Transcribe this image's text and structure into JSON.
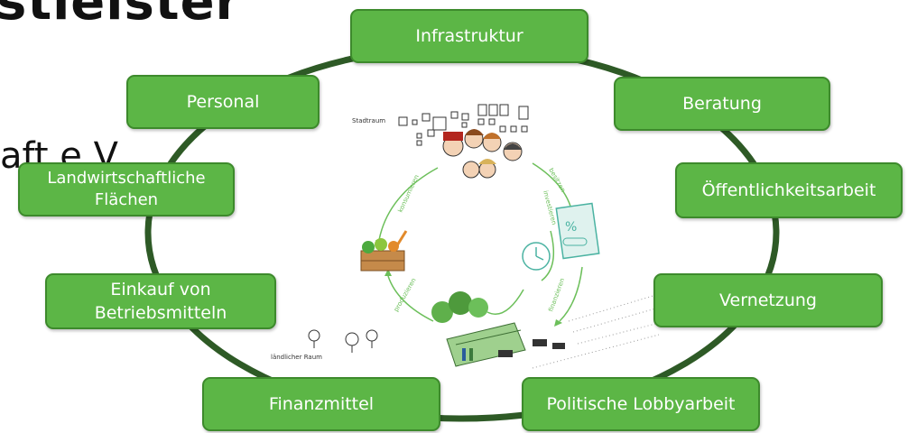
{
  "background": {
    "title_fragment": "stleister",
    "subtitle_fragment": "aft e.V."
  },
  "nodes": {
    "infrastruktur": "Infrastruktur",
    "personal": "Personal",
    "beratung": "Beratung",
    "landwirtschaftliche_flaechen": "Landwirtschaftliche\nFlächen",
    "oeffentlichkeitsarbeit": "Öffentlichkeitsarbeit",
    "einkauf": "Einkauf von\nBetriebsmitteln",
    "vernetzung": "Vernetzung",
    "finanzmittel": "Finanzmittel",
    "politische_lobbyarbeit": "Politische Lobbyarbeit"
  },
  "illustration": {
    "stadtraum": "Stadtraum",
    "laendlicher_raum": "ländlicher Raum",
    "konsumieren": "konsumieren",
    "besitzen": "besitzen",
    "investieren": "investieren",
    "produzieren": "produzieren",
    "finanzieren": "finanzieren",
    "percent": "%"
  },
  "colors": {
    "node_fill": "#5cb646",
    "node_border": "#3d8a2c",
    "ring": "#2e5a26",
    "arrow": "#6cbf5a"
  }
}
